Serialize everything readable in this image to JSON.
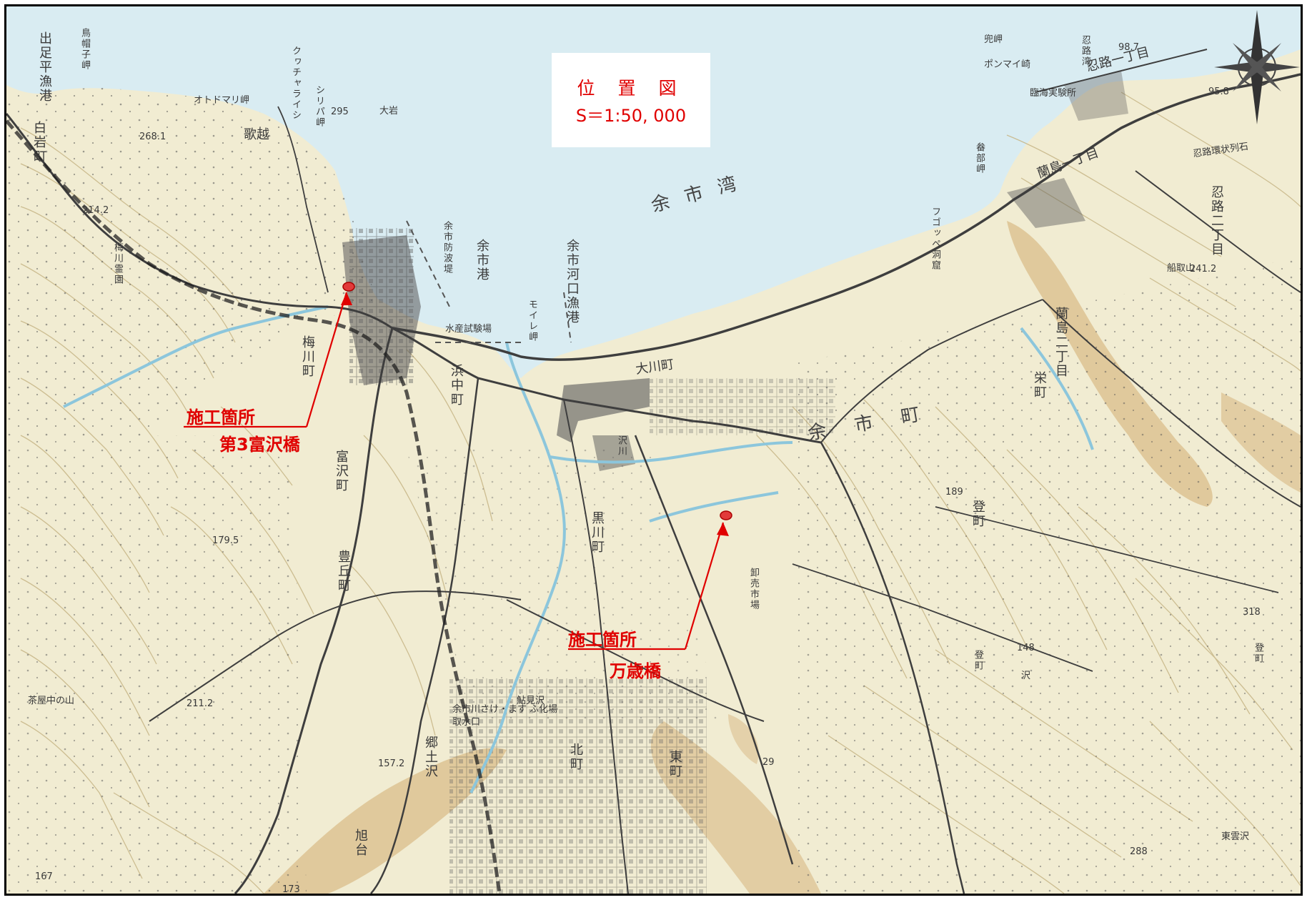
{
  "title": {
    "main": "位 置 図",
    "scale": "S＝1:50, 000"
  },
  "callouts": [
    {
      "label": "施工箇所",
      "bridge": "第3富沢橋"
    },
    {
      "label": "施工箇所",
      "bridge": "万歳橋"
    }
  ],
  "place_labels": {
    "bay": "余市湾",
    "town_yoichi": "余市町",
    "okawa": "大川町",
    "port_yoichi": "余市港",
    "river_port": "余市河口漁港",
    "izutaira_port": "出足平漁港",
    "shiraiwa": "白岩町",
    "utagoe": "歌越",
    "kuwacharaishi": "クヮチャライシ",
    "eboshi": "鳥帽子岬",
    "otodomari": "オトドマリ岬",
    "shiripa": "シリパ岬",
    "oiwa": "大岩",
    "bouha": "余市防波堤",
    "suisan": "水産試験場",
    "moire": "モイレ岬",
    "hamanaka": "浜中町",
    "ume": "梅川町",
    "umekawa_reien": "梅川霊園",
    "tomisawa": "富沢町",
    "toyooka": "豊丘町",
    "gounai": "郷土沢",
    "asahidai": "旭台",
    "kita": "北町",
    "higashi": "東町",
    "kurokawa": "黒川町",
    "oshoro_icchome": "忍路一丁目",
    "oshoro_ni": "忍路二丁目",
    "ranshima_icchome": "蘭島一丁目",
    "ranshima_ni": "蘭島二丁目",
    "sakae": "栄町",
    "nobori": "登町",
    "noboricho": "登町",
    "ponmai": "ポンマイ崎",
    "rinkai": "臨海実験所",
    "kabutomisaki": "兜岬",
    "oshorowan": "忍路湾",
    "fugoppe_misaki": "畚部岬",
    "fugoppe_tunnel": "フゴッペ洞窟",
    "oshoro_stone": "忍路環状列石",
    "funami": "船取山",
    "orosi": "卸売市場",
    "ayu": "鮎見沢",
    "intake": "余市川さけ・ます ふ化場取水口",
    "sawa_mizu": "沢川",
    "sawa": "沢",
    "e29": "29",
    "elev_2142": "214.2",
    "elev_1795": "179.5",
    "elev_295": "295",
    "elev_2112": "211.2",
    "elev_288": "288",
    "elev_987": "98.7",
    "elev_318": "318",
    "elev_173": "173",
    "elev_189": "189",
    "elev_148": "148",
    "elev_958": "95.8",
    "elev_2412": "241.2",
    "elev_1572": "157.2",
    "elev_2681": "268.1",
    "elev_167": "167",
    "nakanoyama": "茶屋中の山",
    "nobori_v": "登町",
    "shinonome": "東雲沢"
  },
  "colors": {
    "sea": "#d9ecf2",
    "land": "#f1ecd2",
    "land_dark": "#e6d9ae",
    "tan": "#dcc08f",
    "road": "#3e3e3e",
    "urban": "#5a5a5a",
    "river": "#8cc6dc",
    "contour": "#c9b88a",
    "marker": "#e00000"
  }
}
